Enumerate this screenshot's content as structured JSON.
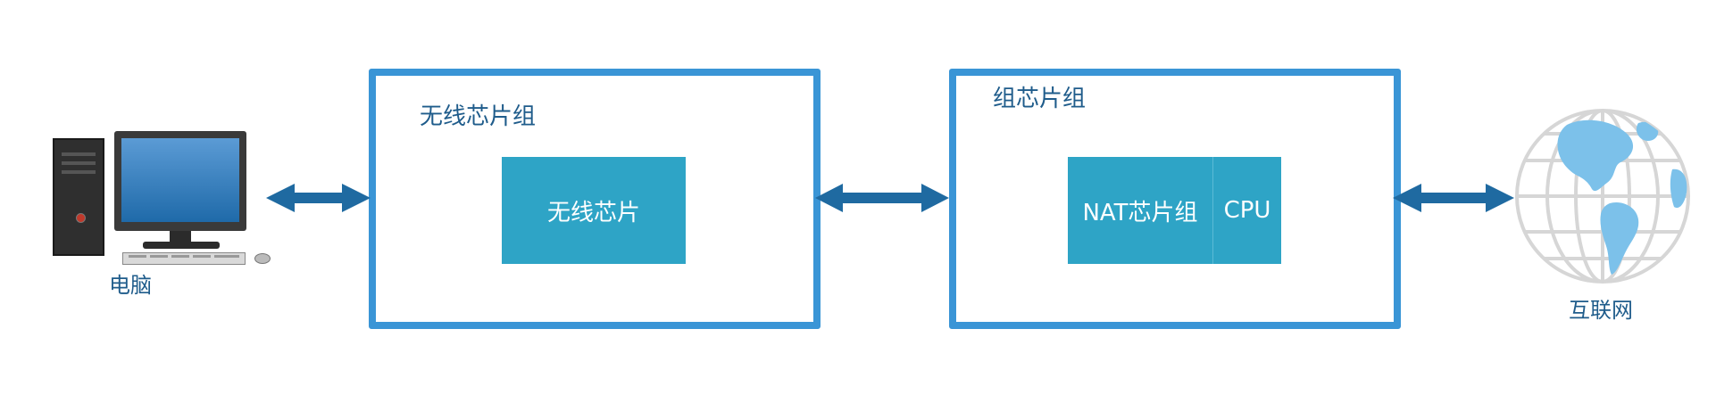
{
  "nodes": {
    "computer": {
      "label": "电脑",
      "icon": "desktop-computer-icon"
    },
    "internet": {
      "label": "互联网",
      "icon": "globe-icon"
    }
  },
  "groups": [
    {
      "title": "无线芯片组",
      "chips": [
        "无线芯片"
      ]
    },
    {
      "title": "组芯片组",
      "chips": [
        "NAT芯片组",
        "CPU"
      ]
    }
  ],
  "colors": {
    "border": "#3a95d6",
    "chip": "#2ea4c6",
    "arrow": "#1f6aa1",
    "label": "#1f5c8b"
  }
}
